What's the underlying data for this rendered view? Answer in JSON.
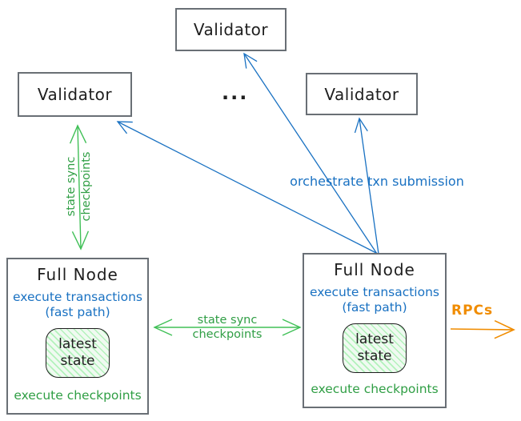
{
  "diagram": {
    "validators": {
      "top": "Validator",
      "left": "Validator",
      "right": "Validator",
      "ellipsis": "..."
    },
    "full_nodes": {
      "left": {
        "title": "Full Node",
        "blue_line1": "execute transactions",
        "blue_line2": "(fast path)",
        "state_line1": "latest",
        "state_line2": "state",
        "green_label": "execute checkpoints"
      },
      "right": {
        "title": "Full Node",
        "blue_line1": "execute transactions",
        "blue_line2": "(fast path)",
        "state_line1": "latest",
        "state_line2": "state",
        "green_label": "execute checkpoints"
      }
    },
    "arrow_labels": {
      "vertical_sync_line1": "state sync",
      "vertical_sync_line2": "checkpoints",
      "horizontal_sync_line1": "state sync",
      "horizontal_sync_line2": "checkpoints",
      "orchestrate": "orchestrate txn submission",
      "rpcs": "RPCs"
    },
    "colors": {
      "green": "#2f9e44",
      "green_light": "#40c057",
      "blue": "#1971c2",
      "orange": "#f08c00",
      "box_border": "#696f75",
      "ink": "#1e1e1e",
      "state_fill": "#f0faf1",
      "state_hatch": "#b2f2bb"
    }
  }
}
